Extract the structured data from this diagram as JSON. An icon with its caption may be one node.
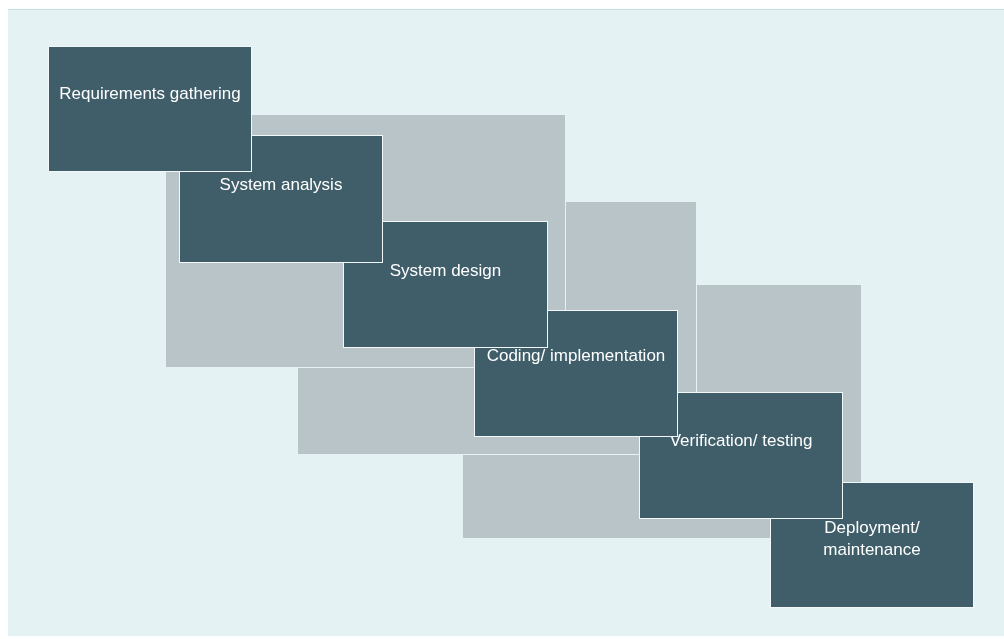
{
  "diagram": {
    "nodes": [
      {
        "text": [
          "Requirements gathering"
        ]
      },
      {
        "text": [
          "System analysis"
        ]
      },
      {
        "text": [
          "System design"
        ]
      },
      {
        "text": [
          "Coding/ implementation"
        ]
      },
      {
        "text": [
          "Verification/ testing"
        ]
      },
      {
        "text": [
          "Deployment/ maintenance"
        ]
      }
    ]
  }
}
